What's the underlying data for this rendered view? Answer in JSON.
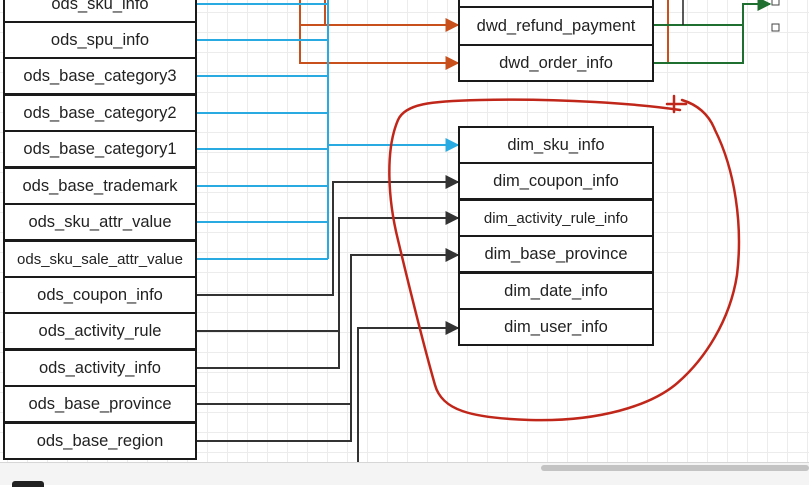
{
  "left_tables": [
    {
      "id": "ods_sku_info",
      "label": "ods_sku_info"
    },
    {
      "id": "ods_spu_info",
      "label": "ods_spu_info"
    },
    {
      "id": "ods_base_category3",
      "label": "ods_base_category3"
    },
    {
      "id": "ods_base_category2",
      "label": "ods_base_category2"
    },
    {
      "id": "ods_base_category1",
      "label": "ods_base_category1"
    },
    {
      "id": "ods_base_trademark",
      "label": "ods_base_trademark"
    },
    {
      "id": "ods_sku_attr_value",
      "label": "ods_sku_attr_value"
    },
    {
      "id": "ods_sku_sale_attr_value",
      "label": "ods_sku_sale_attr_value"
    },
    {
      "id": "ods_coupon_info",
      "label": "ods_coupon_info"
    },
    {
      "id": "ods_activity_rule",
      "label": "ods_activity_rule"
    },
    {
      "id": "ods_activity_info",
      "label": "ods_activity_info"
    },
    {
      "id": "ods_base_province",
      "label": "ods_base_province"
    },
    {
      "id": "ods_base_region",
      "label": "ods_base_region"
    }
  ],
  "dwd_tables": [
    {
      "id": "dwd_refund_payment",
      "label": "dwd_refund_payment"
    },
    {
      "id": "dwd_order_info",
      "label": "dwd_order_info"
    }
  ],
  "dim_tables": [
    {
      "id": "dim_sku_info",
      "label": "dim_sku_info"
    },
    {
      "id": "dim_coupon_info",
      "label": "dim_coupon_info"
    },
    {
      "id": "dim_activity_rule_info",
      "label": "dim_activity_rule_info"
    },
    {
      "id": "dim_base_province",
      "label": "dim_base_province"
    },
    {
      "id": "dim_date_info",
      "label": "dim_date_info"
    },
    {
      "id": "dim_user_info",
      "label": "dim_user_info"
    }
  ],
  "edge_colors": {
    "sku_lineage": "#29abe2",
    "dim_lineage": "#333333",
    "dwd_lineage": "#c8501d",
    "dws_lineage": "#1f6f30",
    "annotation": "#c0271a"
  }
}
